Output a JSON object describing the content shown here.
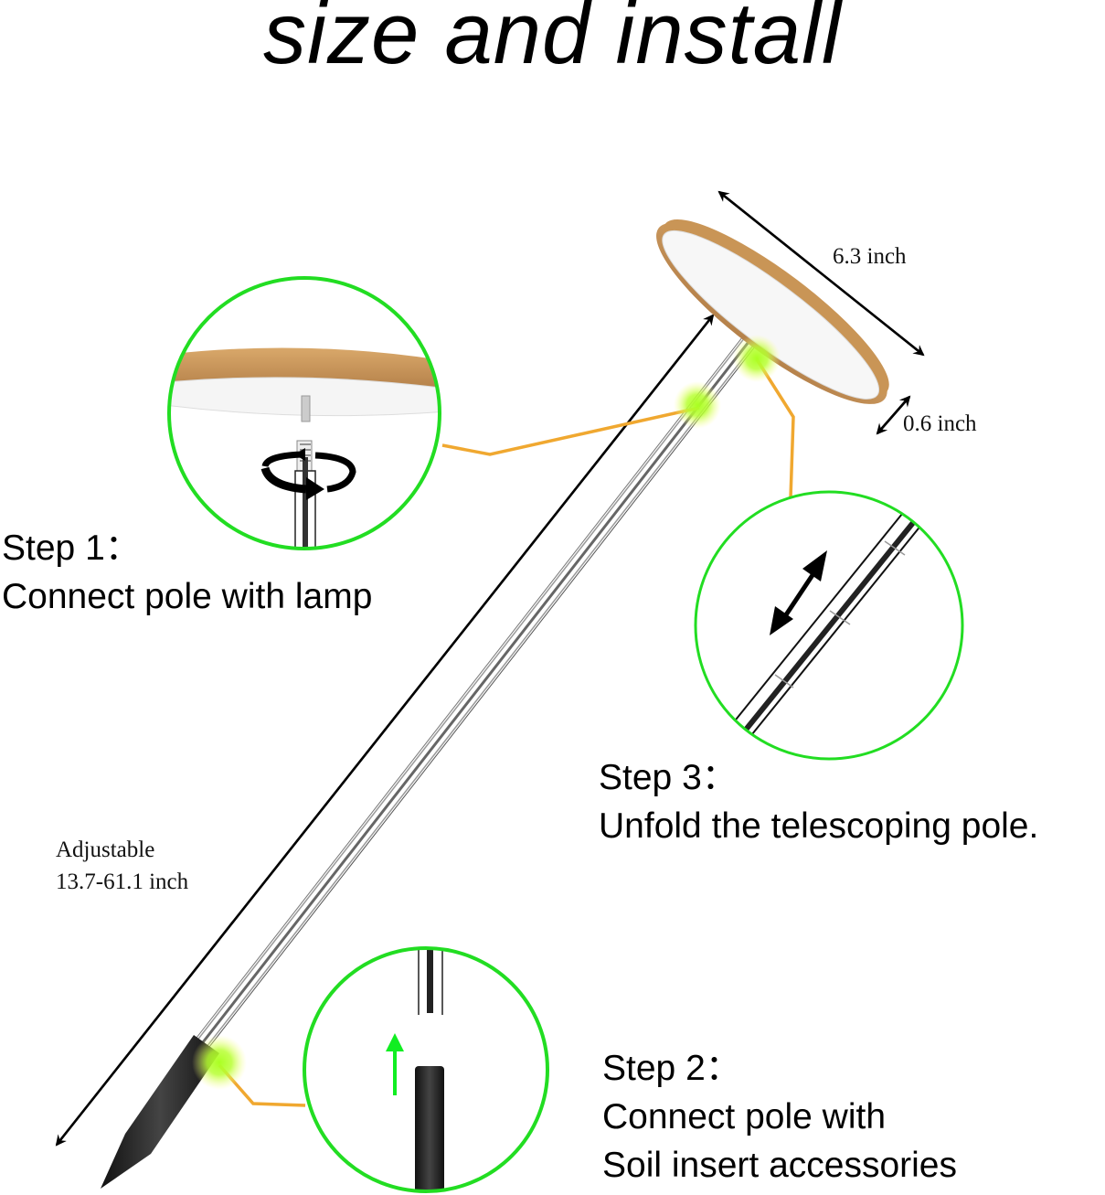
{
  "title": "size and install",
  "dimensions": {
    "diameter": "6.3 inch",
    "thickness": "0.6 inch",
    "adjustable_label": "Adjustable",
    "adjustable_range": "13.7-61.1 inch"
  },
  "steps": [
    {
      "heading": "Step 1：",
      "lines": [
        "Connect pole with lamp"
      ]
    },
    {
      "heading": "Step 2：",
      "lines": [
        "Connect pole with",
        "Soil insert accessories"
      ]
    },
    {
      "heading": "Step 3：",
      "lines": [
        "Unfold the telescoping pole."
      ]
    }
  ],
  "colors": {
    "circle_outline": "#22dd22",
    "callout_line": "#f0a830",
    "glow": "#aaff22",
    "wood": "#c9955a",
    "pole_tip": "#222222",
    "arrow": "#000000",
    "green_arrow": "#11ee22"
  },
  "icons": [
    "rotate-arrow-icon",
    "double-arrow-icon",
    "up-arrow-icon"
  ]
}
